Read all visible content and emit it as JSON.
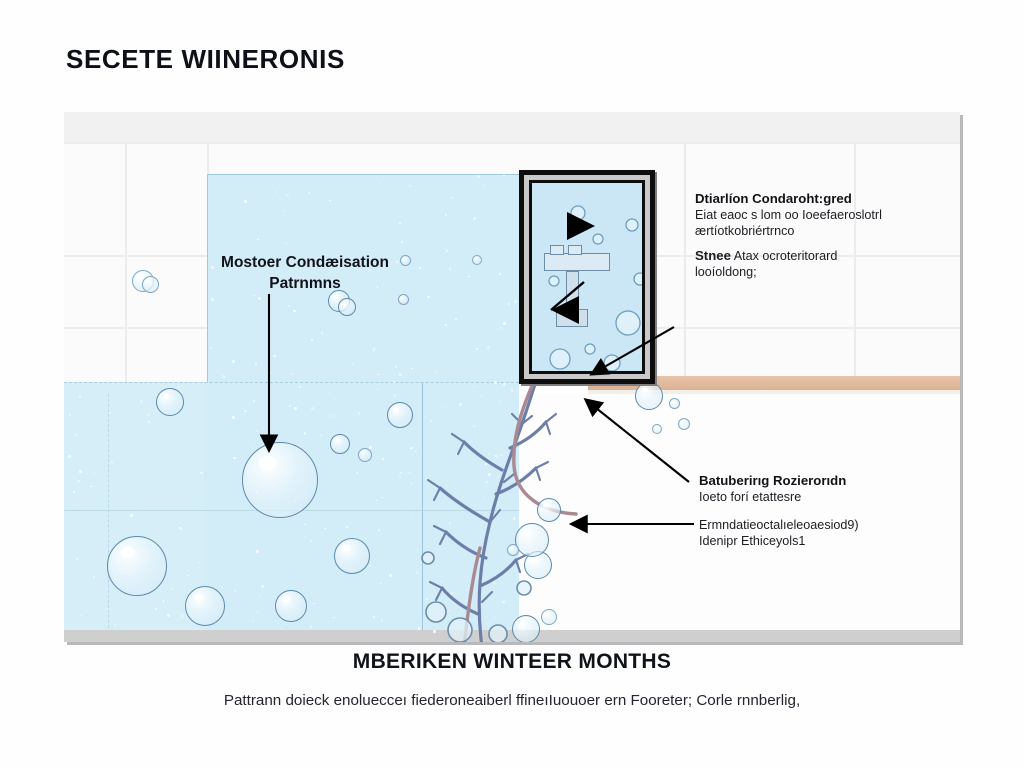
{
  "document": {
    "title": "SECETE WIINERONIS"
  },
  "figure": {
    "label_left": {
      "line1": "Mostoer Condæisation",
      "line2": "Patrnmns"
    },
    "callouts": [
      {
        "id": "upper",
        "heading": "Dtiarlíon Condaroht:gred",
        "body_line1": "Eiat eaoc s lom oo Ioeefaeroslotrl",
        "body_line2": "ærtíotkobriértrnco",
        "heading2": "Stnee",
        "body2_line1": "Atax ocroteritorard",
        "body2_line2": "looíoldong;"
      },
      {
        "id": "lower",
        "heading": "Batuberirıg Rozierorıdn",
        "body_line1": "Ioeto forí etattesre",
        "heading2": "Ermndatieoctalıeleoaesiod9)",
        "body2_line1": "Idenipr Ethiceyols1"
      }
    ],
    "inset": {
      "name": "condensation-detail-inset"
    }
  },
  "caption": {
    "title": "MBERIKEN WINTEER MONTHS",
    "subtitle": "Pattrann doieck enoluecceı fiederoneaiberl ffineıIuouoer ern Fooreter; Corle rnnberlig,"
  },
  "colors": {
    "condensation_blue": "#d2ecf8",
    "tile_white": "#fbfbfb",
    "counter_tan": "#e3bc9f",
    "frost_branch": "#6d7fa8",
    "frost_branch_warm": "#a98a92",
    "bubble_stroke": "#5d89ad",
    "text_dark": "#11131a",
    "frame_shadow": "#b9b9bb",
    "inset_border": "#0d0d0d"
  },
  "chart_data": {
    "type": "diagram",
    "title": "SECETE WIINERONIS",
    "annotations": [
      "Mostoer Condæisation Patrnmns",
      "Dtiarlíon Condaroht:gred",
      "Stnee Atax ocroteritorard looíoldong;",
      "Batuberirıg Rozierorıdn",
      "Ermndatieoctalıeleoaesiod9) Idenipr Ethiceyols1"
    ]
  }
}
